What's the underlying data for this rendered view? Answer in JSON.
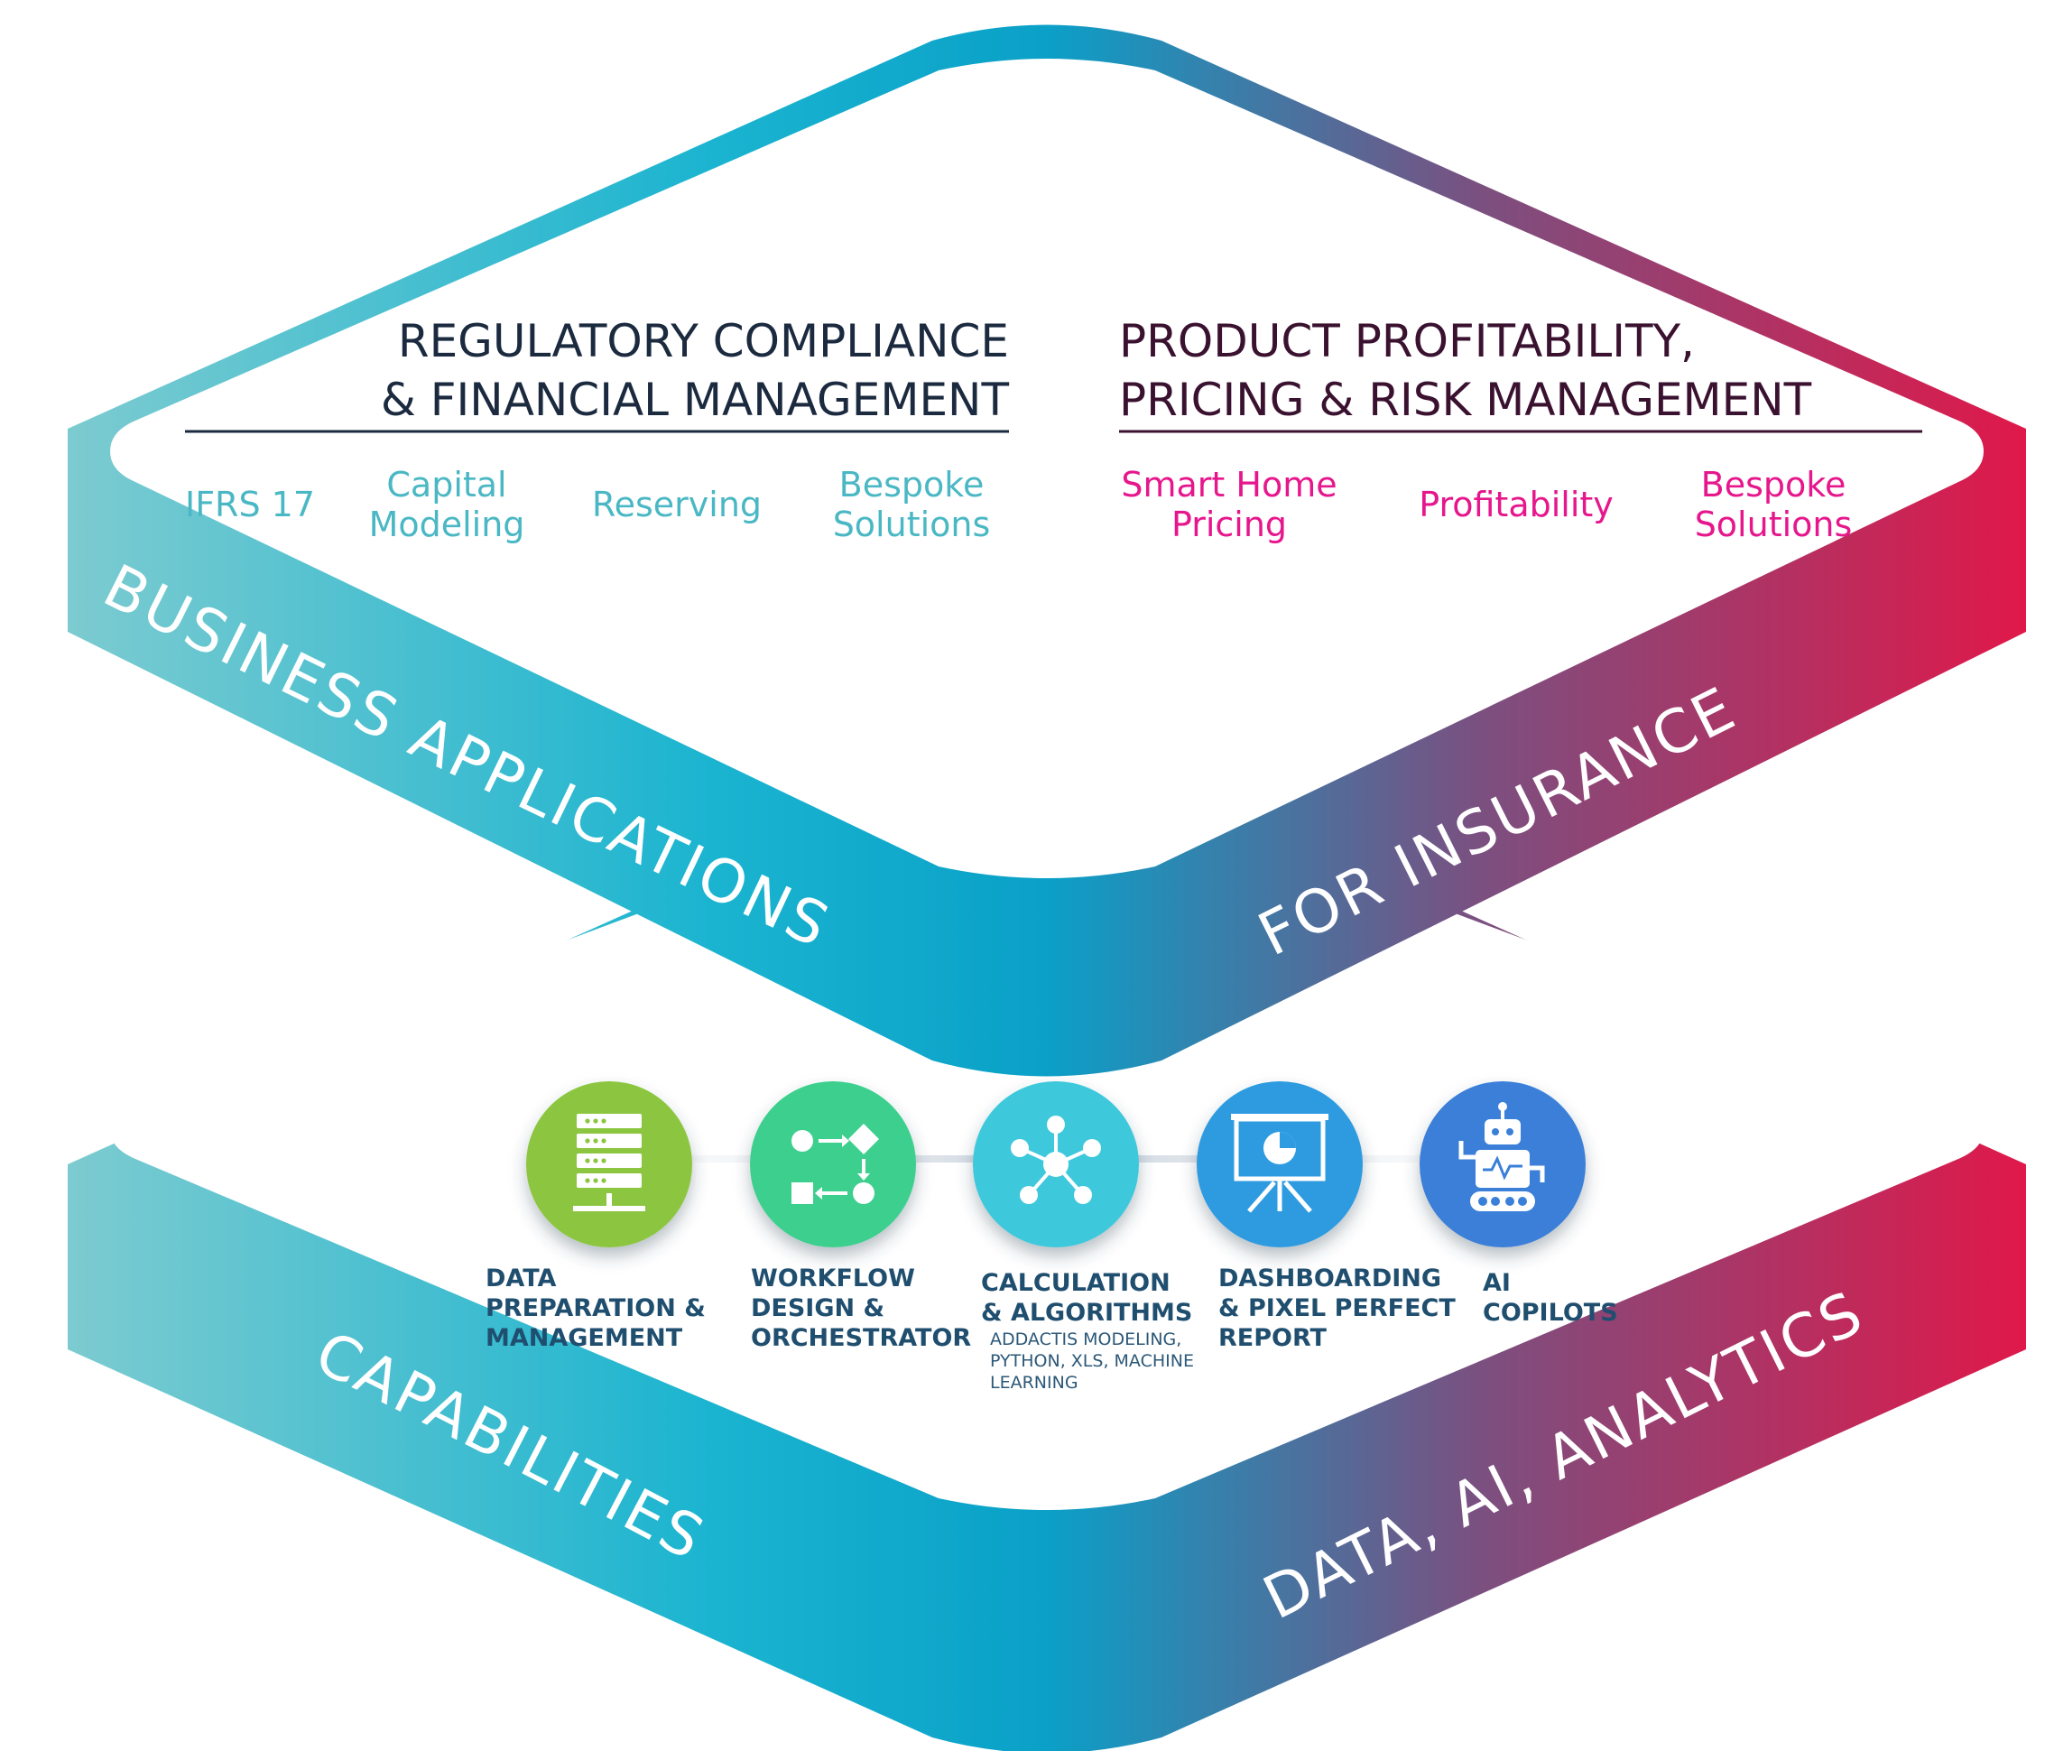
{
  "colors": {
    "teal_light": "#7ccbd0",
    "teal": "#1ab4d0",
    "blue": "#0aa0c8",
    "purple": "#7a5080",
    "crimson": "#e0184a",
    "heading_dark": "#1b2a3f",
    "heading_plum": "#3a1230",
    "teal_text": "#4ab8c4",
    "magenta_text": "#e6168c",
    "caption_text": "#1f4e6f"
  },
  "top": {
    "band_left": "BUSINESS APPLICATIONS",
    "band_right": "FOR INSURANCE",
    "left": {
      "heading": [
        "REGULATORY COMPLIANCE",
        "& FINANCIAL MANAGEMENT"
      ],
      "items": [
        {
          "lines": [
            "IFRS 17"
          ]
        },
        {
          "lines": [
            "Capital",
            "Modeling"
          ]
        },
        {
          "lines": [
            "Reserving"
          ]
        },
        {
          "lines": [
            "Bespoke",
            "Solutions"
          ]
        }
      ]
    },
    "right": {
      "heading": [
        "PRODUCT PROFITABILITY,",
        "PRICING & RISK MANAGEMENT"
      ],
      "items": [
        {
          "lines": [
            "Smart Home",
            "Pricing"
          ]
        },
        {
          "lines": [
            "Profitability"
          ]
        },
        {
          "lines": [
            "Bespoke",
            "Solutions"
          ]
        }
      ]
    }
  },
  "bottom": {
    "band_left": "CAPABILITIES",
    "band_right": "DATA, AI, ANALYTICS",
    "capabilities": [
      {
        "icon": "server-stack-icon",
        "color": "#8cc63f",
        "title": [
          "DATA",
          "PREPARATION &",
          "MANAGEMENT"
        ],
        "sub": []
      },
      {
        "icon": "workflow-icon",
        "color": "#3ccf8e",
        "title": [
          "WORKFLOW",
          "DESIGN &",
          "ORCHESTRATOR"
        ],
        "sub": []
      },
      {
        "icon": "network-nodes-icon",
        "color": "#3cc8dc",
        "title": [
          "CALCULATION",
          "& ALGORITHMS"
        ],
        "sub": [
          "ADDACTIS MODELING,",
          "PYTHON, XLS, MACHINE",
          "LEARNING"
        ]
      },
      {
        "icon": "presentation-chart-icon",
        "color": "#2f9be0",
        "title": [
          "DASHBOARDING",
          "& PIXEL PERFECT",
          "REPORT"
        ],
        "sub": []
      },
      {
        "icon": "robot-icon",
        "color": "#3a7fd8",
        "title": [
          "AI",
          "COPILOTS"
        ],
        "sub": []
      }
    ]
  }
}
